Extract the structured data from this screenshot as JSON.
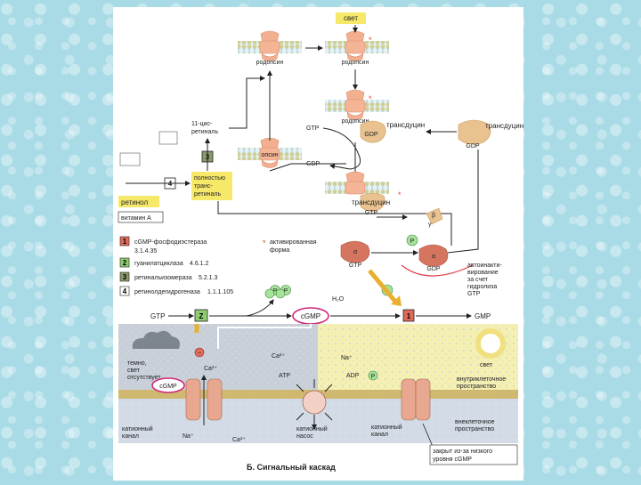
{
  "top": {
    "light": "свет",
    "rhodopsin": "родопсин",
    "cis_retinal": [
      "11-цис-",
      "ретиналь"
    ],
    "trans_retinal": [
      "полностью",
      "транс-",
      "ретиналь"
    ],
    "opsin": "опсин",
    "transducin": "трансдуцин",
    "gtp": "GTP",
    "gdp": "GDP",
    "retinol": "ретинол",
    "vitamin_a": "витамин А",
    "step_numbers": [
      "1",
      "2",
      "3",
      "4"
    ],
    "alpha": "α",
    "beta": "β",
    "gamma": "γ",
    "p": "P",
    "plus": "+",
    "auto_inact": [
      "автоинакти-",
      "вирование",
      "за счет",
      "гидролиза",
      "GTP"
    ]
  },
  "legend": {
    "items": [
      {
        "num": "1",
        "text": "cGMP-фосфодиэстераза",
        "ec": "3.1.4.35",
        "color": "#e06a5a"
      },
      {
        "num": "2",
        "text": "гуанилатциклаза",
        "ec": "4.6.1.2",
        "color": "#8ecb72"
      },
      {
        "num": "3",
        "text": "ретинальизомераза",
        "ec": "5.2.1.3",
        "color": "#8b9a6a"
      },
      {
        "num": "4",
        "text": "ретинолдегидрогеназа",
        "ec": "1.1.1.105",
        "color": "#ffffff"
      }
    ],
    "activated": [
      "активированная",
      "форма"
    ],
    "pp": [
      "P",
      "P"
    ]
  },
  "cascade": {
    "gtp": "GTP",
    "z": "Z",
    "cgmp": "cGMP",
    "h2o": "H₂O",
    "gmp": "GMP",
    "dark": [
      "темно,",
      "свет",
      "отсутствует"
    ],
    "ca_in": "Ca²⁺",
    "ca_in2": "Ca²⁺",
    "na_in": "Na⁺",
    "atp": "ATP",
    "adp": "ADP",
    "light": "свет",
    "intracellular": [
      "внутриклеточное",
      "пространство"
    ],
    "extracellular": [
      "внеклеточное",
      "пространство"
    ],
    "cation_channel": [
      "катионный",
      "канал"
    ],
    "cation_pump": [
      "катионный",
      "насос"
    ],
    "na_out": "Na⁺",
    "ca_out": "Ca²⁺",
    "closed": [
      "закрыт из-за низкого",
      "уровня cGMP"
    ],
    "caption": "Б. Сигнальный каскад"
  }
}
